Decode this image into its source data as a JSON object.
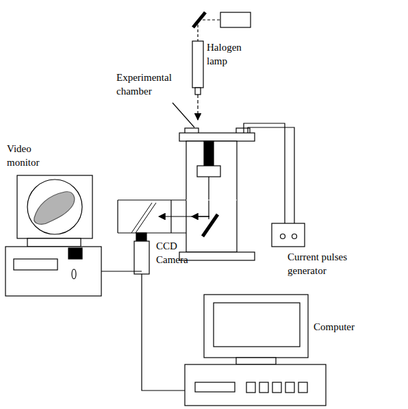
{
  "diagram": {
    "labels": [
      "Halogen lamp",
      "Experimental chamber",
      "Video monitor",
      "CCD Camera",
      "Current pulses generator",
      "Computer"
    ]
  }
}
